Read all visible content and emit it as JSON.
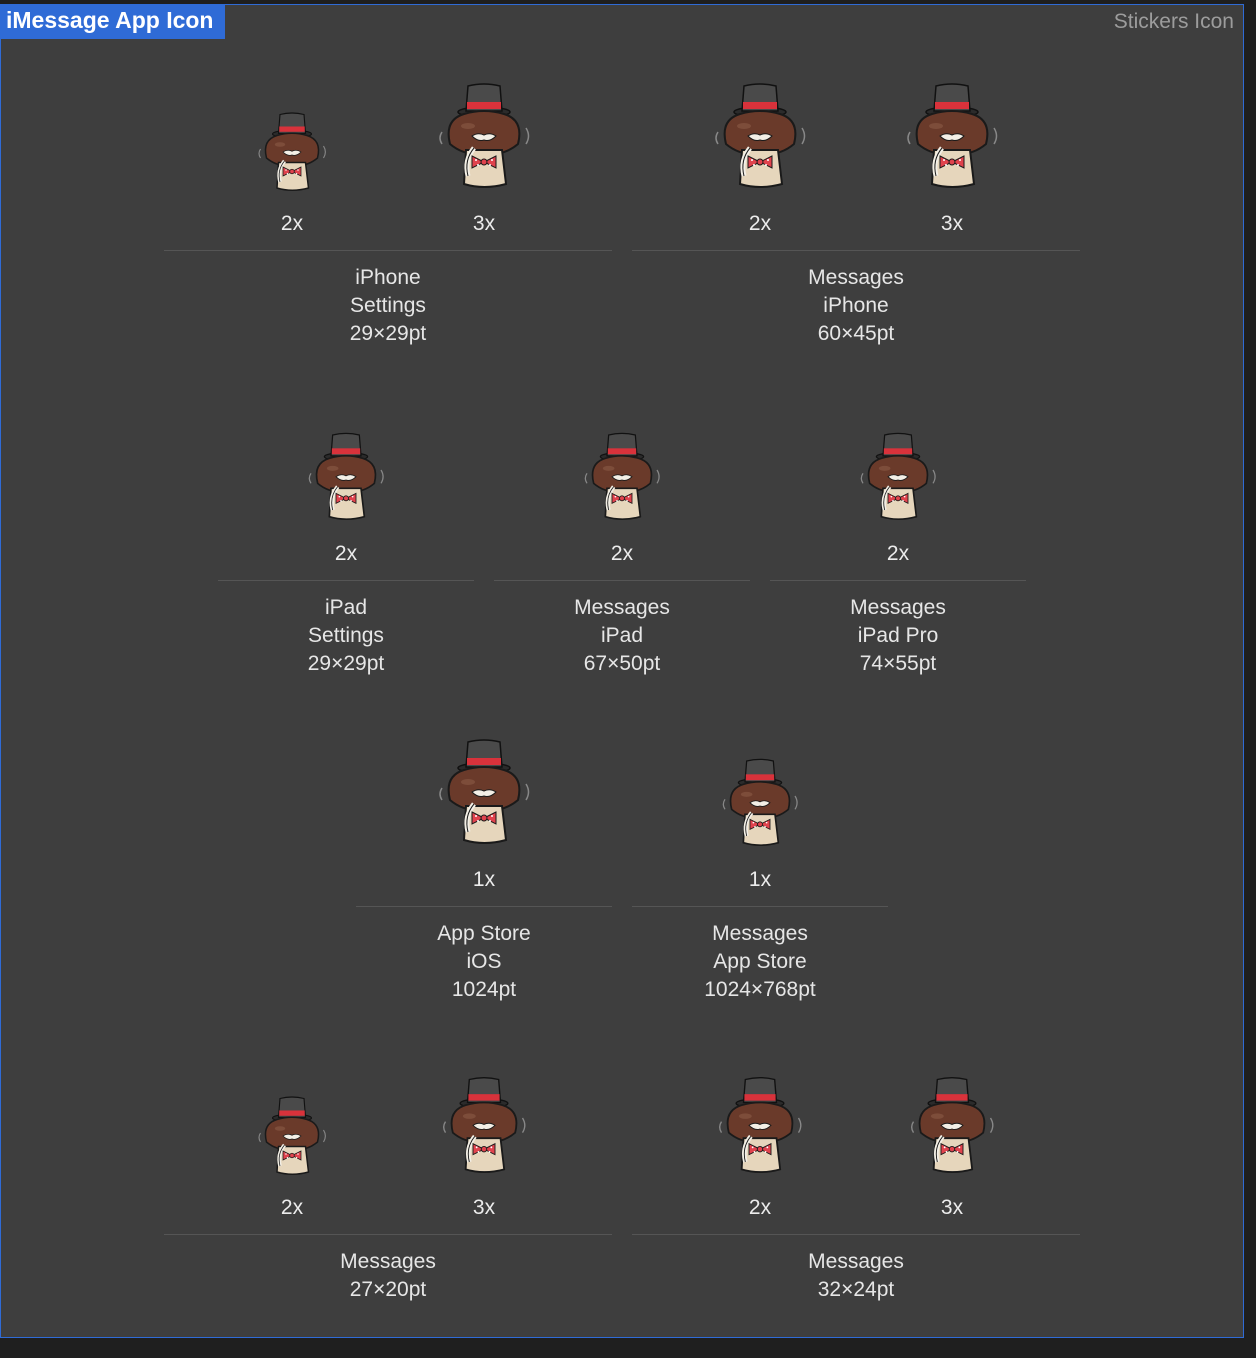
{
  "tabs": {
    "active": "iMessage App Icon",
    "right": "Stickers Icon"
  },
  "icon_name": "mushroom-gentleman-icon",
  "groups": [
    {
      "lines": [
        "iPhone",
        "Settings",
        "29×29pt"
      ],
      "slots": [
        "2x",
        "3x"
      ]
    },
    {
      "lines": [
        "Messages",
        "iPhone",
        "60×45pt"
      ],
      "slots": [
        "2x",
        "3x"
      ]
    },
    {
      "lines": [
        "iPad",
        "Settings",
        "29×29pt"
      ],
      "slots": [
        "2x"
      ]
    },
    {
      "lines": [
        "Messages",
        "iPad",
        "67×50pt"
      ],
      "slots": [
        "2x"
      ]
    },
    {
      "lines": [
        "Messages",
        "iPad Pro",
        "74×55pt"
      ],
      "slots": [
        "2x"
      ]
    },
    {
      "lines": [
        "App Store",
        "iOS",
        "1024pt"
      ],
      "slots": [
        "1x"
      ]
    },
    {
      "lines": [
        "Messages",
        "App Store",
        "1024×768pt"
      ],
      "slots": [
        "1x"
      ]
    },
    {
      "lines": [
        "Messages",
        "27×20pt"
      ],
      "slots": [
        "2x",
        "3x"
      ]
    },
    {
      "lines": [
        "Messages",
        "32×24pt"
      ],
      "slots": [
        "2x",
        "3x"
      ]
    }
  ]
}
